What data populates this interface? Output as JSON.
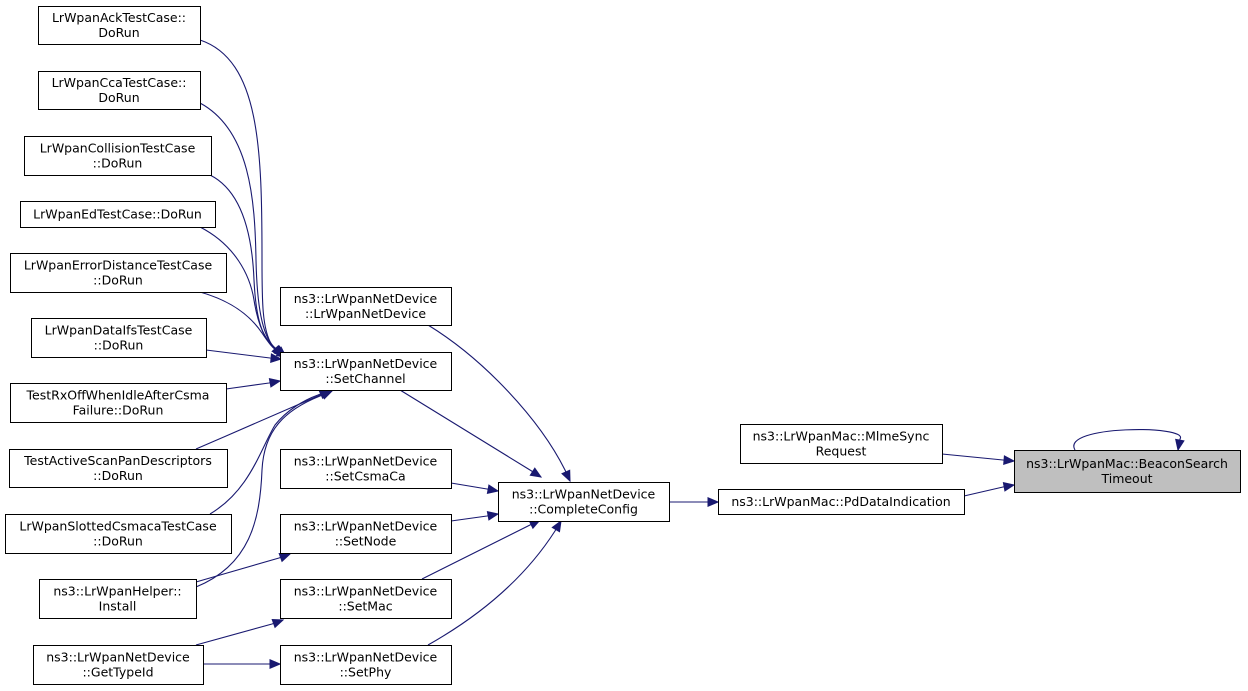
{
  "graph": {
    "nodes": {
      "ack": [
        "LrWpanAckTestCase::",
        "DoRun"
      ],
      "cca": [
        "LrWpanCcaTestCase::",
        "DoRun"
      ],
      "collision": [
        "LrWpanCollisionTestCase",
        "::DoRun"
      ],
      "ed": [
        "LrWpanEdTestCase::DoRun"
      ],
      "errordist": [
        "LrWpanErrorDistanceTestCase",
        "::DoRun"
      ],
      "dataifs": [
        "LrWpanDataIfsTestCase",
        "::DoRun"
      ],
      "rxoff": [
        "TestRxOffWhenIdleAfterCsma",
        "Failure::DoRun"
      ],
      "activescan": [
        "TestActiveScanPanDescriptors",
        "::DoRun"
      ],
      "slotted": [
        "LrWpanSlottedCsmacaTestCase",
        "::DoRun"
      ],
      "helper_install": [
        "ns3::LrWpanHelper::",
        "Install"
      ],
      "gettypeid": [
        "ns3::LrWpanNetDevice",
        "::GetTypeId"
      ],
      "ctor": [
        "ns3::LrWpanNetDevice",
        "::LrWpanNetDevice"
      ],
      "setchannel": [
        "ns3::LrWpanNetDevice",
        "::SetChannel"
      ],
      "setcsmaca": [
        "ns3::LrWpanNetDevice",
        "::SetCsmaCa"
      ],
      "setnode": [
        "ns3::LrWpanNetDevice",
        "::SetNode"
      ],
      "setmac": [
        "ns3::LrWpanNetDevice",
        "::SetMac"
      ],
      "setphy": [
        "ns3::LrWpanNetDevice",
        "::SetPhy"
      ],
      "completeconfig": [
        "ns3::LrWpanNetDevice",
        "::CompleteConfig"
      ],
      "mlmesync": [
        "ns3::LrWpanMac::MlmeSync",
        "Request"
      ],
      "pddata": [
        "ns3::LrWpanMac::PdDataIndication"
      ],
      "beacon": [
        "ns3::LrWpanMac::BeaconSearch",
        "Timeout"
      ]
    },
    "edges": [
      [
        "ack",
        "setchannel"
      ],
      [
        "cca",
        "setchannel"
      ],
      [
        "collision",
        "setchannel"
      ],
      [
        "ed",
        "setchannel"
      ],
      [
        "errordist",
        "setchannel"
      ],
      [
        "dataifs",
        "setchannel"
      ],
      [
        "rxoff",
        "setchannel"
      ],
      [
        "activescan",
        "setchannel"
      ],
      [
        "slotted",
        "setchannel"
      ],
      [
        "helper_install",
        "setchannel"
      ],
      [
        "helper_install",
        "setnode"
      ],
      [
        "gettypeid",
        "setmac"
      ],
      [
        "gettypeid",
        "setphy"
      ],
      [
        "ctor",
        "completeconfig"
      ],
      [
        "setchannel",
        "completeconfig"
      ],
      [
        "setcsmaca",
        "completeconfig"
      ],
      [
        "setnode",
        "completeconfig"
      ],
      [
        "setmac",
        "completeconfig"
      ],
      [
        "setphy",
        "completeconfig"
      ],
      [
        "completeconfig",
        "pddata"
      ],
      [
        "pddata",
        "beacon"
      ],
      [
        "mlmesync",
        "beacon"
      ],
      [
        "beacon",
        "beacon"
      ]
    ],
    "highlight_node": "beacon",
    "colors": {
      "edge": "#191970",
      "node_border": "#000000",
      "node_fill": "#ffffff",
      "highlight_fill": "#bfbfbf"
    }
  }
}
